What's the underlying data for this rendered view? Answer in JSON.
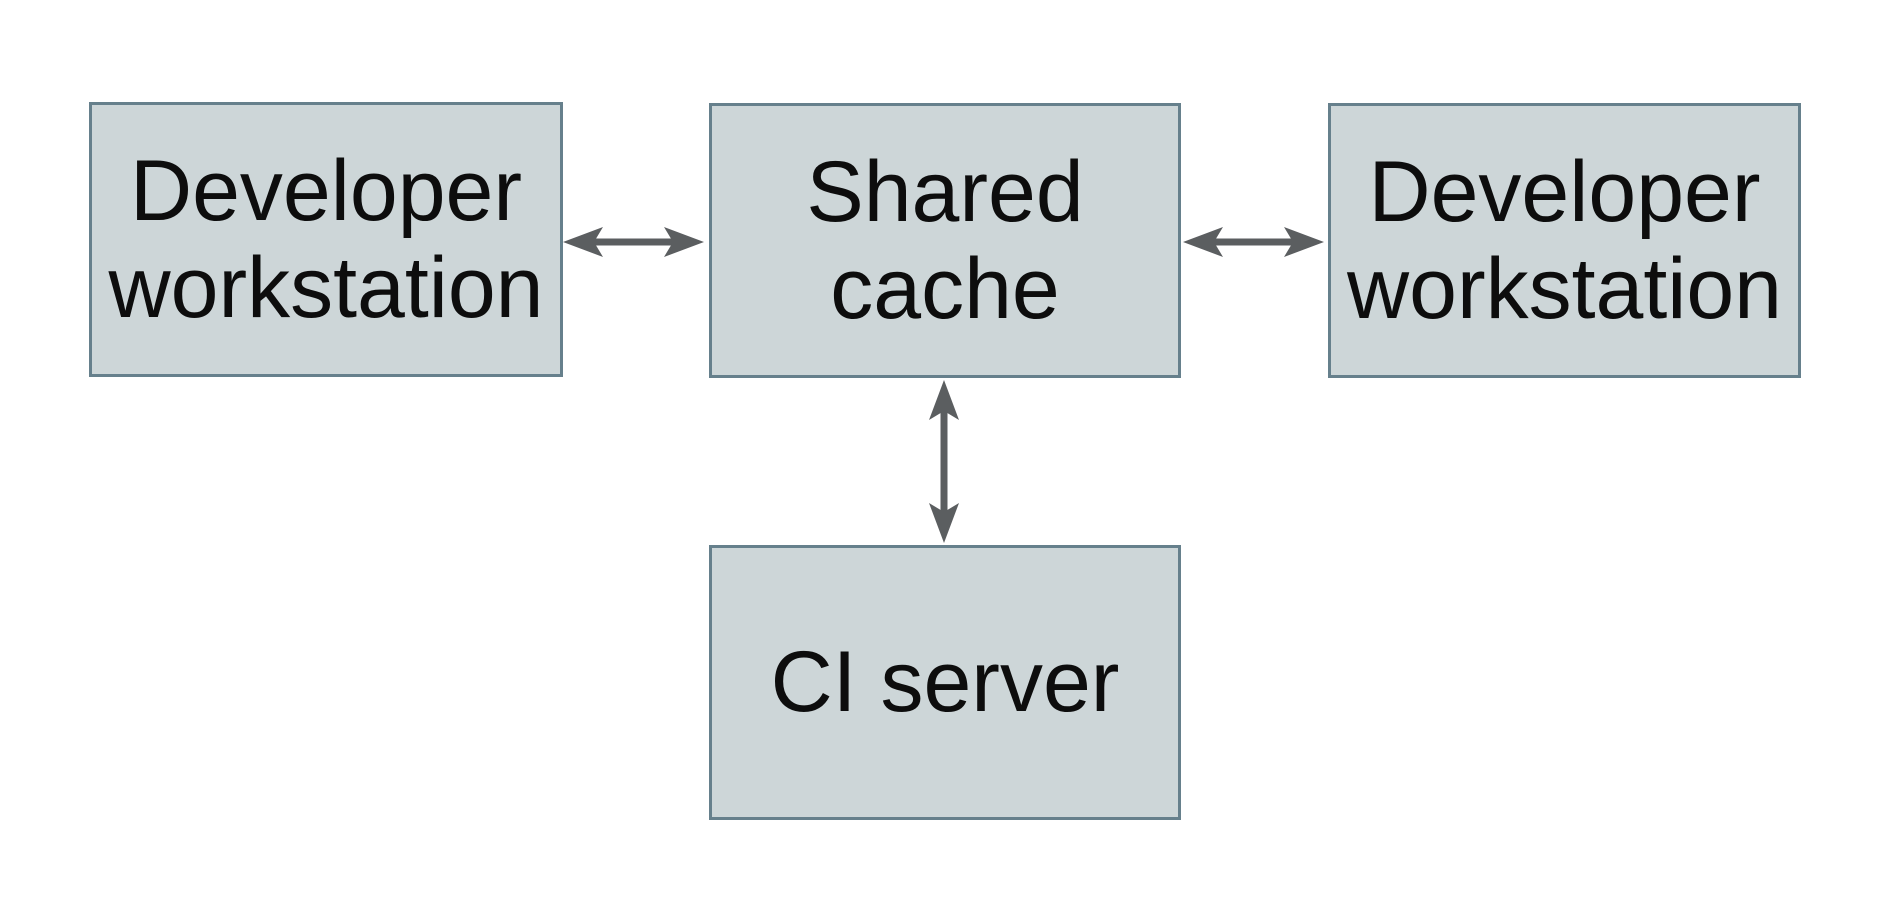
{
  "diagram": {
    "colors": {
      "background": "#ffffff",
      "node_fill": "#cdd6d8",
      "node_border": "#66808c",
      "arrow": "#5b5e60",
      "text": "#0d0d0d"
    },
    "nodes": [
      {
        "id": "developer-workstation-left",
        "label": "Developer\nworkstation"
      },
      {
        "id": "shared-cache",
        "label": "Shared\ncache"
      },
      {
        "id": "developer-workstation-right",
        "label": "Developer\nworkstation"
      },
      {
        "id": "ci-server",
        "label": "CI server"
      }
    ],
    "edges": [
      {
        "from": "developer-workstation-left",
        "to": "shared-cache",
        "type": "bidirectional-horizontal"
      },
      {
        "from": "shared-cache",
        "to": "developer-workstation-right",
        "type": "bidirectional-horizontal"
      },
      {
        "from": "shared-cache",
        "to": "ci-server",
        "type": "bidirectional-vertical"
      }
    ]
  }
}
